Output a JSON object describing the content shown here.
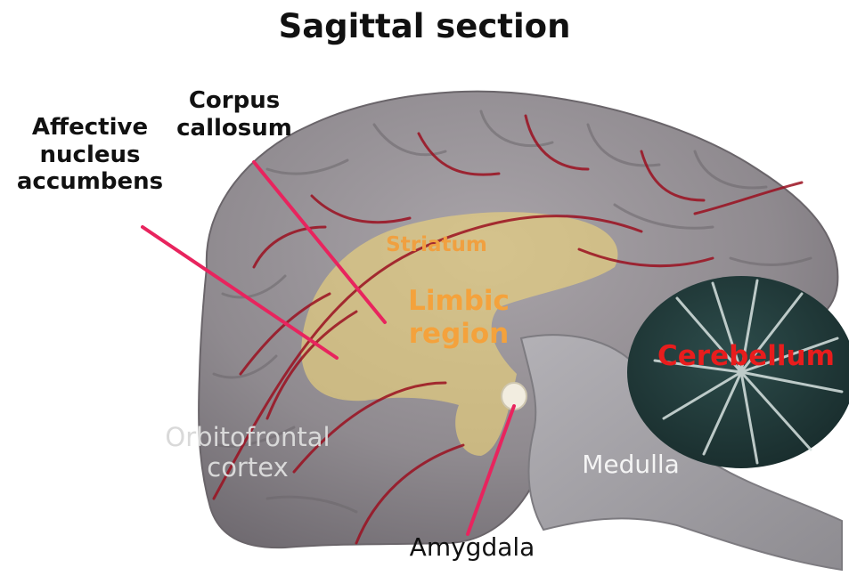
{
  "title": "Sagittal section",
  "labels": {
    "corpus_callosum": [
      "Corpus",
      "callosum"
    ],
    "affective": [
      "Affective",
      "nucleus",
      "accumbens"
    ],
    "striatum": "Striatum",
    "limbic": [
      "Limbic",
      "region"
    ],
    "cerebellum": "Cerebellum",
    "orbitofrontal": [
      "Orbitofrontal",
      "cortex"
    ],
    "medulla": "Medulla",
    "amygdala": "Amygdala"
  },
  "colors": {
    "brain": "#8f8a8f",
    "vessel": "#9b1020",
    "highlight": "#f1d77a",
    "cerebellum": "#223c3c",
    "pointer": "#e8245e",
    "limbic_text": "#f4a23c",
    "cerebellum_text": "#e81d1d"
  }
}
